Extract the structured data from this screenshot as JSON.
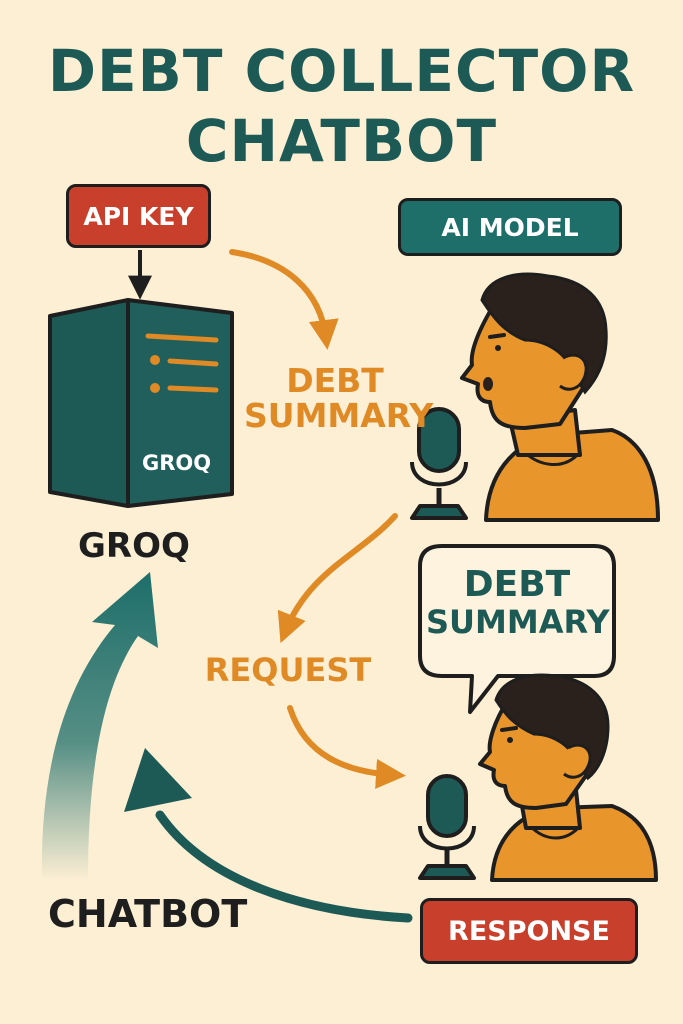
{
  "title": {
    "line1": "DEBT COLLECTOR",
    "line2": "CHATBOT"
  },
  "nodes": {
    "api_key": "API KEY",
    "ai_model": "AI MODEL",
    "server_label": "GROQ",
    "server_caption": "GROQ",
    "response": "RESPONSE",
    "chatbot": "CHATBOT"
  },
  "flows": {
    "debt_summary_line1": "DEBT",
    "debt_summary_line2": "SUMMARY",
    "request": "REQUEST"
  },
  "speech_bubble": {
    "line1": "DEBT",
    "line2": "SUMMARY"
  },
  "colors": {
    "background": "#fcefd4",
    "teal": "#1e6e6a",
    "dark_teal": "#1d5a56",
    "red": "#c8402b",
    "orange": "#e08a26",
    "skin": "#e8952c",
    "hair": "#2a211c",
    "outline": "#1e1e1e"
  }
}
